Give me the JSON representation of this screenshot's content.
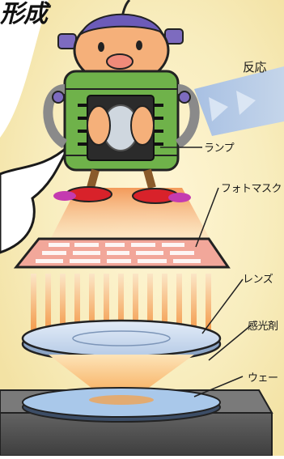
{
  "header": {
    "title_fragment": "形成"
  },
  "labels": {
    "reaction_fragment": "反応",
    "lamp": "ランプ",
    "photomask_fragment": "フォトマスク",
    "lens_fragment": "レンズ",
    "photoresist_fragment": "感光剤",
    "wafer_fragment": "ウェー"
  },
  "colors": {
    "background_cream": "#f8edbe",
    "robot_green": "#6fb24a",
    "robot_head": "#f5b07a",
    "light_orange": "#f6a15a",
    "lens_blue": "#c9d9ee",
    "wafer_blue": "#a9c8ea",
    "stage_gray": "#5c5c5c",
    "arrow_blue": "#a9c4ea"
  },
  "icons": {
    "robot": "robot-lamp-character-icon",
    "speech_bubble": "speech-bubble-icon",
    "arrow": "chevron-arrow-icon"
  }
}
